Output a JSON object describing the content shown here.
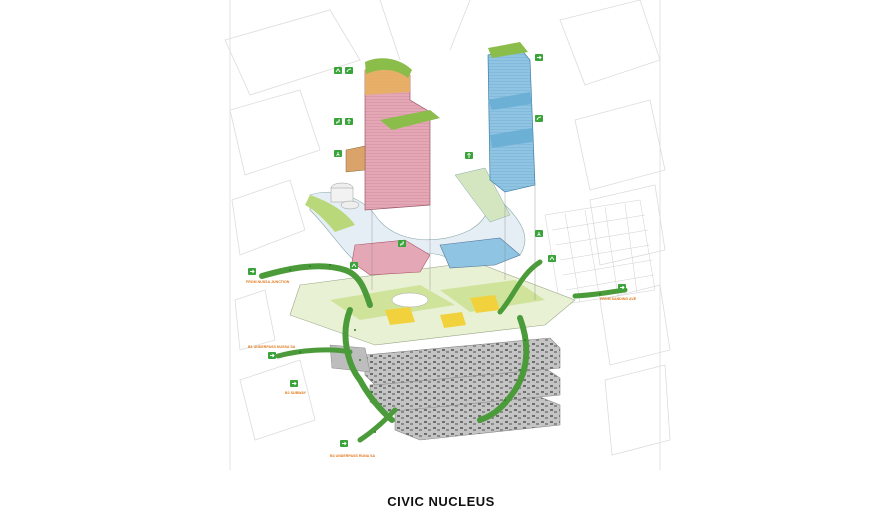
{
  "figure": {
    "caption": "CIVIC NUCLEUS",
    "labels": {
      "left_upper": "FROM NUSSA JUNCTION",
      "right_upper": "FROM SANDING AVE",
      "left_mid": "B1 UNDERPASS NUSSA SA",
      "left_lower1": "B2 SUBWAY",
      "left_lower2": "B3 UNDERPASS RUNA SA"
    }
  },
  "colors": {
    "tower_pink": "#e4a7b6",
    "tower_blue": "#8fc4e3",
    "green_roof": "#8bbd4a",
    "ramp_green": "#4c9b3a",
    "plaza_green": "#cfe39b",
    "yellow_accent": "#f2d23c",
    "label_orange": "#e07a1f",
    "icon_green": "#3aa33a",
    "parking_grey": "#bdbdbd",
    "context_line": "#d9d9d9"
  },
  "icons": [
    "greenery-icon",
    "leaf-icon",
    "stair-icon",
    "tree-icon",
    "people-icon",
    "arrow-icon"
  ]
}
